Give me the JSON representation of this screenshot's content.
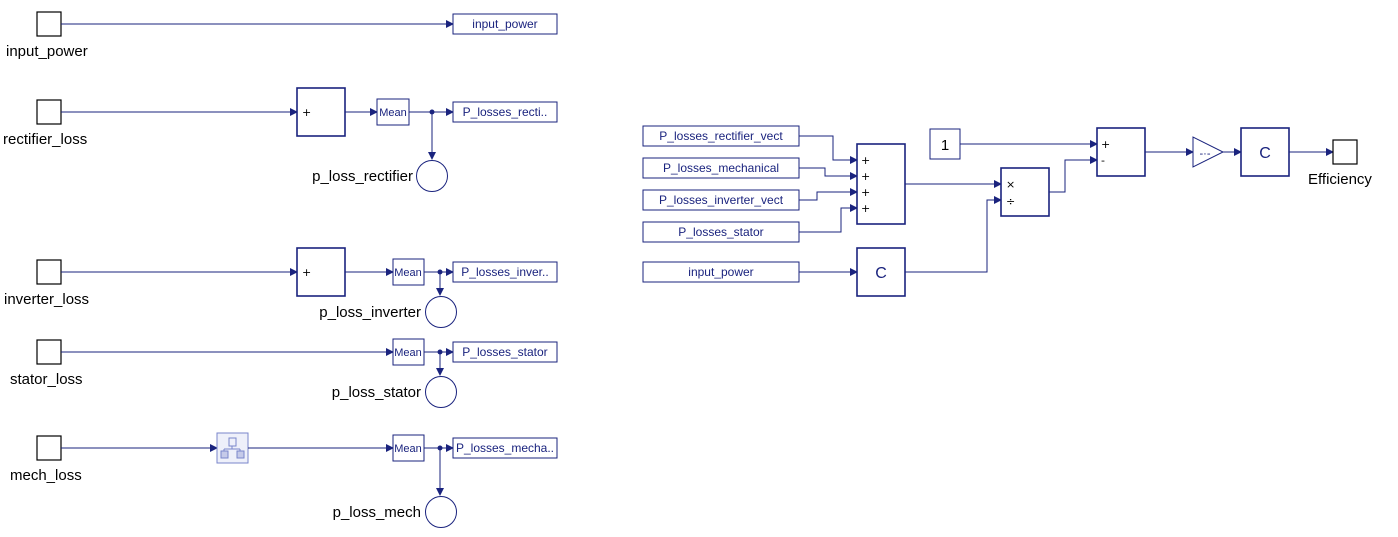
{
  "inputs": {
    "input_power": "input_power",
    "rectifier_loss": "rectifier_loss",
    "inverter_loss": "inverter_loss",
    "stator_loss": "stator_loss",
    "mech_loss": "mech_loss"
  },
  "goto_tags": {
    "input_power": "input_power",
    "rectifier": "P_losses_recti..",
    "inverter": "P_losses_inver..",
    "stator": "P_losses_stator",
    "mech": "P_losses_mecha.."
  },
  "probes": {
    "rectifier": "p_loss_rectifier",
    "inverter": "p_loss_inverter",
    "stator": "p_loss_stator",
    "mech": "p_loss_mech"
  },
  "mean_label": "Mean",
  "sum_plus": "+",
  "from_tags": {
    "rectifier": "P_losses_rectifier_vect",
    "mechanical": "P_losses_mechanical",
    "inverter": "P_losses_inverter_vect",
    "stator": "P_losses_stator",
    "input_power": "input_power"
  },
  "sum4_signs": [
    "+",
    "+",
    "+",
    "+"
  ],
  "constant_value": "1",
  "conv_block_label": "C",
  "product_signs": [
    "×",
    "÷"
  ],
  "sub_signs": [
    "+",
    "-"
  ],
  "gain_label": "-·-",
  "output_label": "Efficiency"
}
